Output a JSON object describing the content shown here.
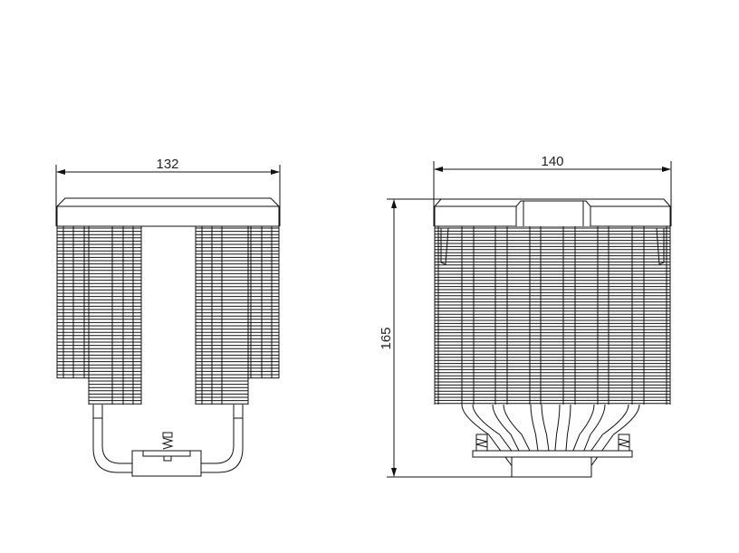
{
  "drawing": {
    "side_view": {
      "width_label": "132"
    },
    "front_view": {
      "width_label": "140",
      "height_label": "165"
    }
  },
  "colors": {
    "line": "#111111",
    "background": "#ffffff"
  }
}
